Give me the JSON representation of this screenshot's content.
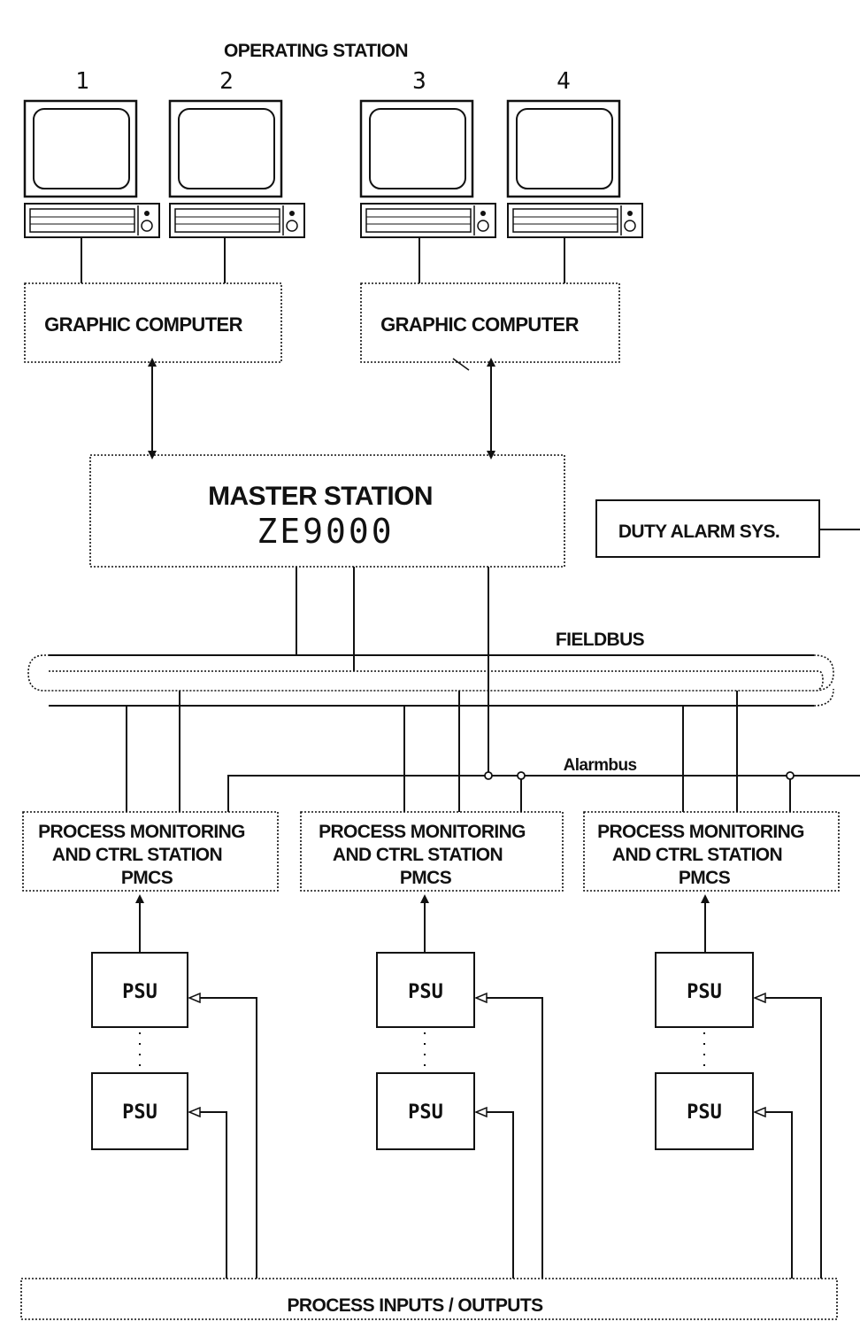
{
  "operating_station": {
    "title": "OPERATING STATION",
    "terminals": [
      "1",
      "2",
      "3",
      "4"
    ]
  },
  "graphic_computers": [
    "GRAPHIC COMPUTER",
    "GRAPHIC COMPUTER"
  ],
  "master_station": {
    "title": "MASTER STATION",
    "model": "ZE9000"
  },
  "duty_alarm": "DUTY ALARM SYS.",
  "buses": {
    "fieldbus": "FIELDBUS",
    "alarmbus": "Alarmbus"
  },
  "pmcs": [
    {
      "line1": "PROCESS MONITORING",
      "line2": "AND CTRL STATION",
      "line3": "PMCS"
    },
    {
      "line1": "PROCESS MONITORING",
      "line2": "AND CTRL STATION",
      "line3": "PMCS"
    },
    {
      "line1": "PROCESS MONITORING",
      "line2": "AND CTRL STATION",
      "line3": "PMCS"
    }
  ],
  "psu": [
    "PSU",
    "PSU",
    "PSU",
    "PSU",
    "PSU",
    "PSU"
  ],
  "process_io": "PROCESS INPUTS / OUTPUTS"
}
